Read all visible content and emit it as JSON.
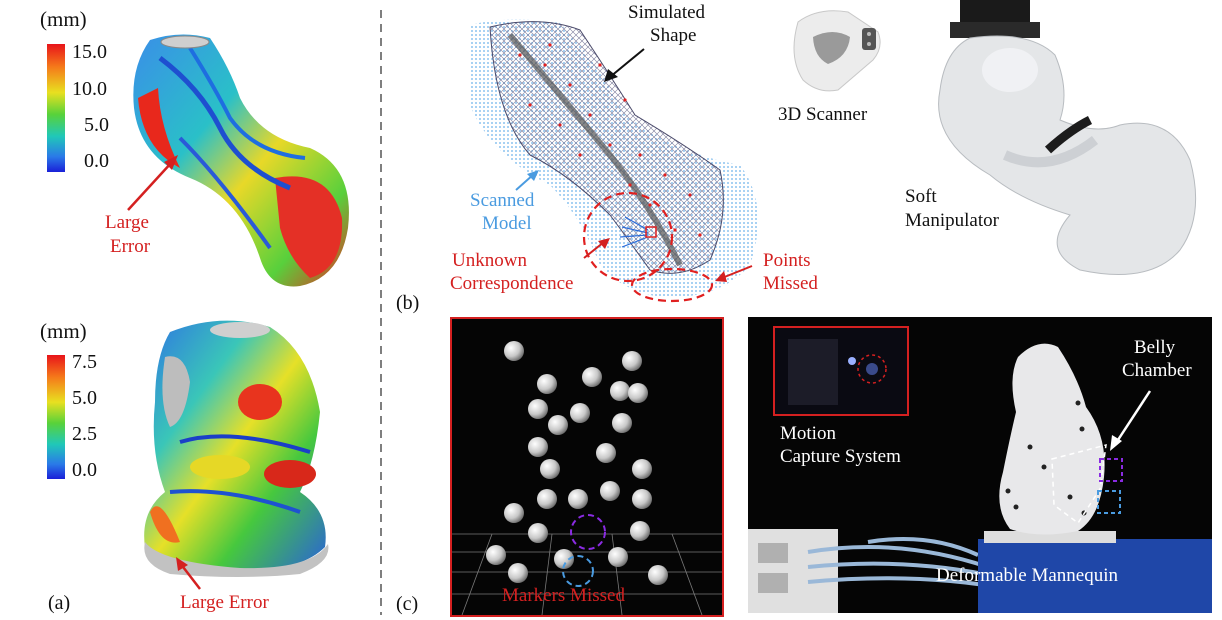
{
  "panel_a": {
    "top_colorbar": {
      "unit": "(mm)",
      "ticks": [
        "15.0",
        "10.0",
        "5.0",
        "0.0"
      ]
    },
    "top_annotation": [
      "Large",
      "Error"
    ],
    "bottom_colorbar": {
      "unit": "(mm)",
      "ticks": [
        "7.5",
        "5.0",
        "2.5",
        "0.0"
      ]
    },
    "bottom_annotation": "Large Error",
    "label": "(a)"
  },
  "panel_b": {
    "simulated_shape": [
      "Simulated",
      "Shape"
    ],
    "scanned_model": [
      "Scanned",
      "Model"
    ],
    "unknown_correspondence": [
      "Unknown",
      "Correspondence"
    ],
    "points_missed": [
      "Points",
      "Missed"
    ],
    "scanner_label": "3D Scanner",
    "manipulator_label": [
      "Soft",
      "Manipulator"
    ],
    "label": "(b)"
  },
  "panel_c": {
    "markers_missed": "Markers Missed",
    "motion_capture": [
      "Motion",
      "Capture System"
    ],
    "belly_chamber": [
      "Belly",
      "Chamber"
    ],
    "deformable_mannequin": "Deformable Mannequin",
    "label": "(c)"
  },
  "colors": {
    "annotation_red": "#d42020",
    "scan_blue": "#4a9be0",
    "marker_purple": "#8a2be2",
    "marker_blue": "#4a9be0",
    "divider_gray": "#555555"
  }
}
